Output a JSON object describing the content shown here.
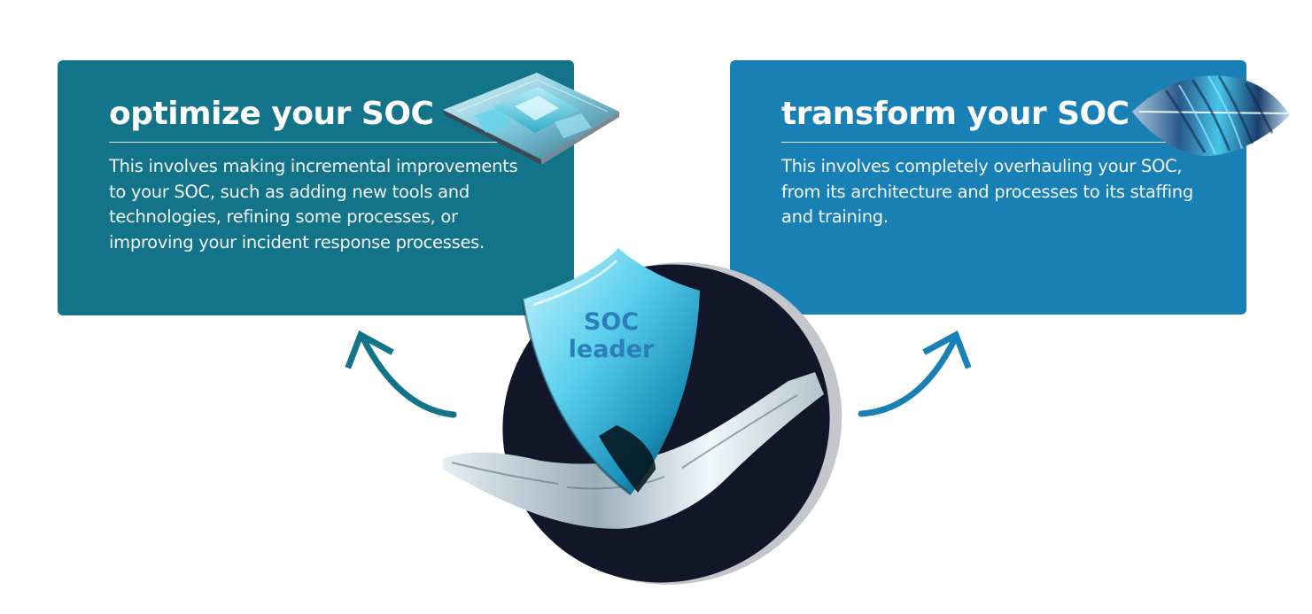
{
  "left_card": {
    "title": "optimize your SOC",
    "body": "This involves making incremental improvements to your SOC, such as adding new tools and technologies, refining some processes, or improving your incident response processes.",
    "color": "#137489",
    "gem_icon": "faceted-crystal-plate"
  },
  "right_card": {
    "title": "transform your SOC",
    "body": "This involves completely overhauling your SOC, from its architecture and processes to its staffing and training.",
    "color": "#1980b6",
    "gem_icon": "twisted-glass-sculpture"
  },
  "center": {
    "shield_line1": "SOC",
    "shield_line2": "leader",
    "shield_icon": "glass-shield",
    "hand_icon": "chrome-hand",
    "blob_color": "#111629"
  },
  "arrows": {
    "left": {
      "icon": "curved-arrow-up-left",
      "color": "#137489"
    },
    "right": {
      "icon": "curved-arrow-up-right",
      "color": "#1980b6"
    }
  }
}
